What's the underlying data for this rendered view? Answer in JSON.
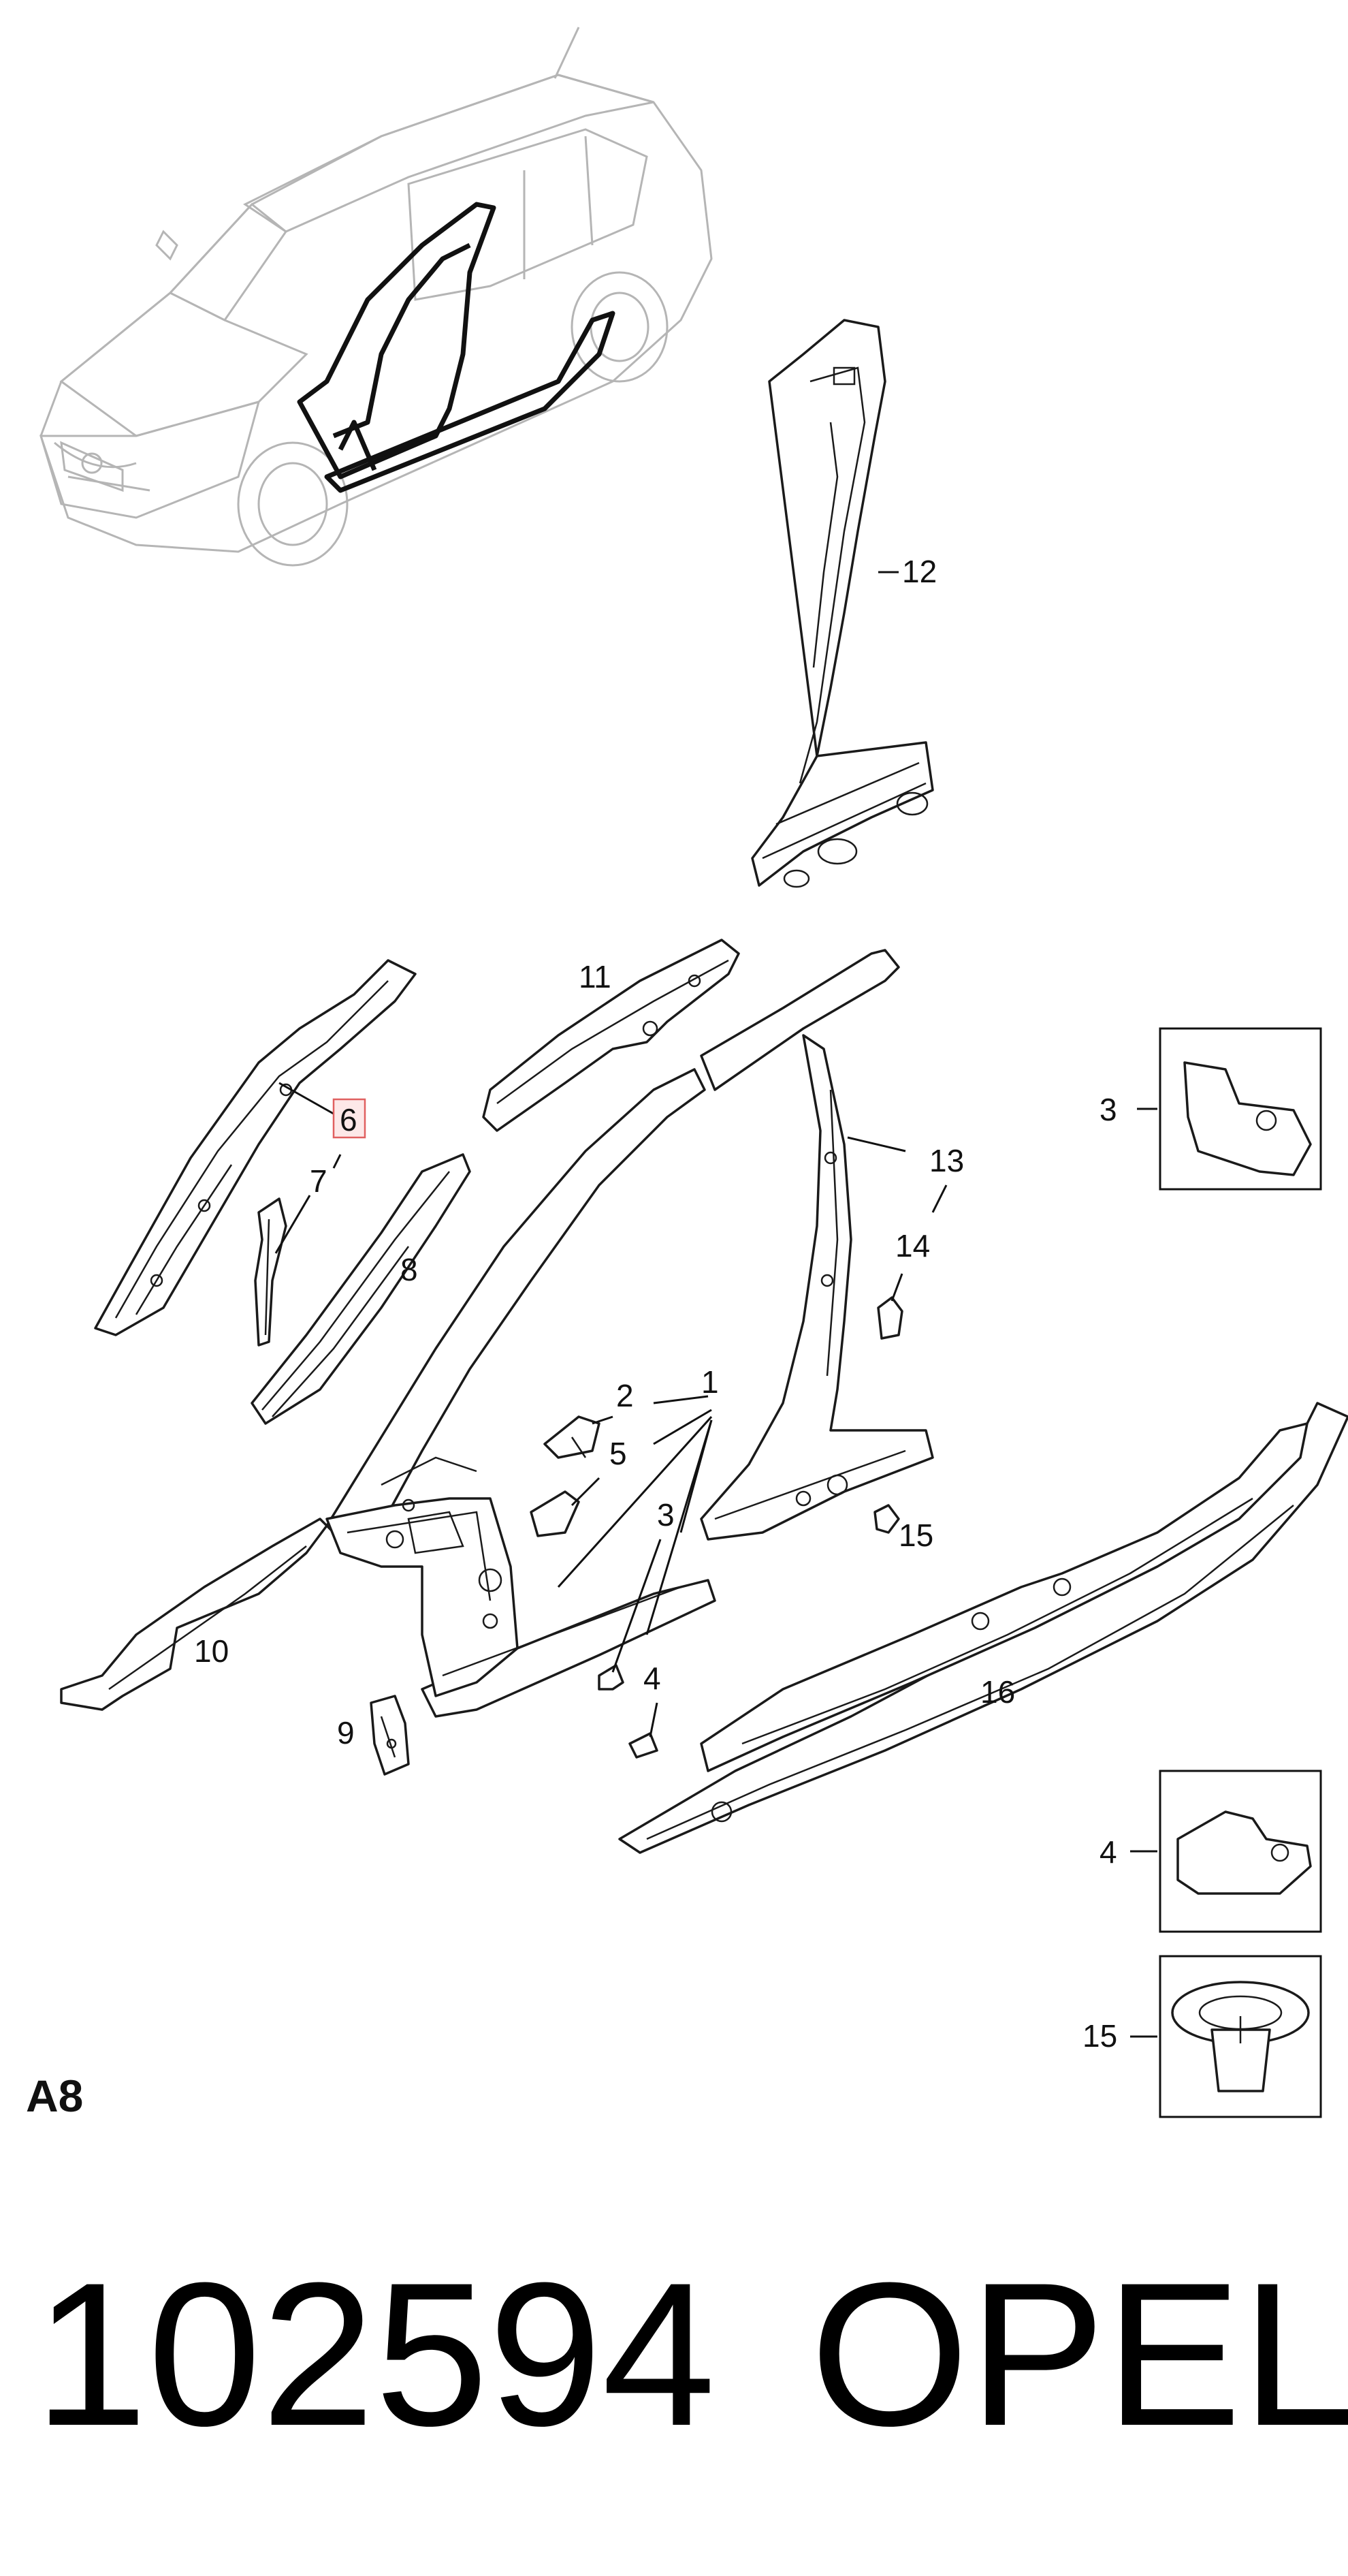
{
  "diagram": {
    "sheet_label": "A8",
    "part_number": "102594",
    "brand": "OPEL",
    "highlighted_callout": "6",
    "callouts": {
      "c1": "1",
      "c2": "2",
      "c3": "3",
      "c4": "4",
      "c5": "5",
      "c6": "6",
      "c7": "7",
      "c8": "8",
      "c9": "9",
      "c10": "10",
      "c11": "11",
      "c12": "12",
      "c13": "13",
      "c14": "14",
      "c15": "15",
      "c16": "16"
    },
    "detail_boxes": {
      "box3": "3",
      "box4": "4",
      "box15": "15"
    }
  }
}
